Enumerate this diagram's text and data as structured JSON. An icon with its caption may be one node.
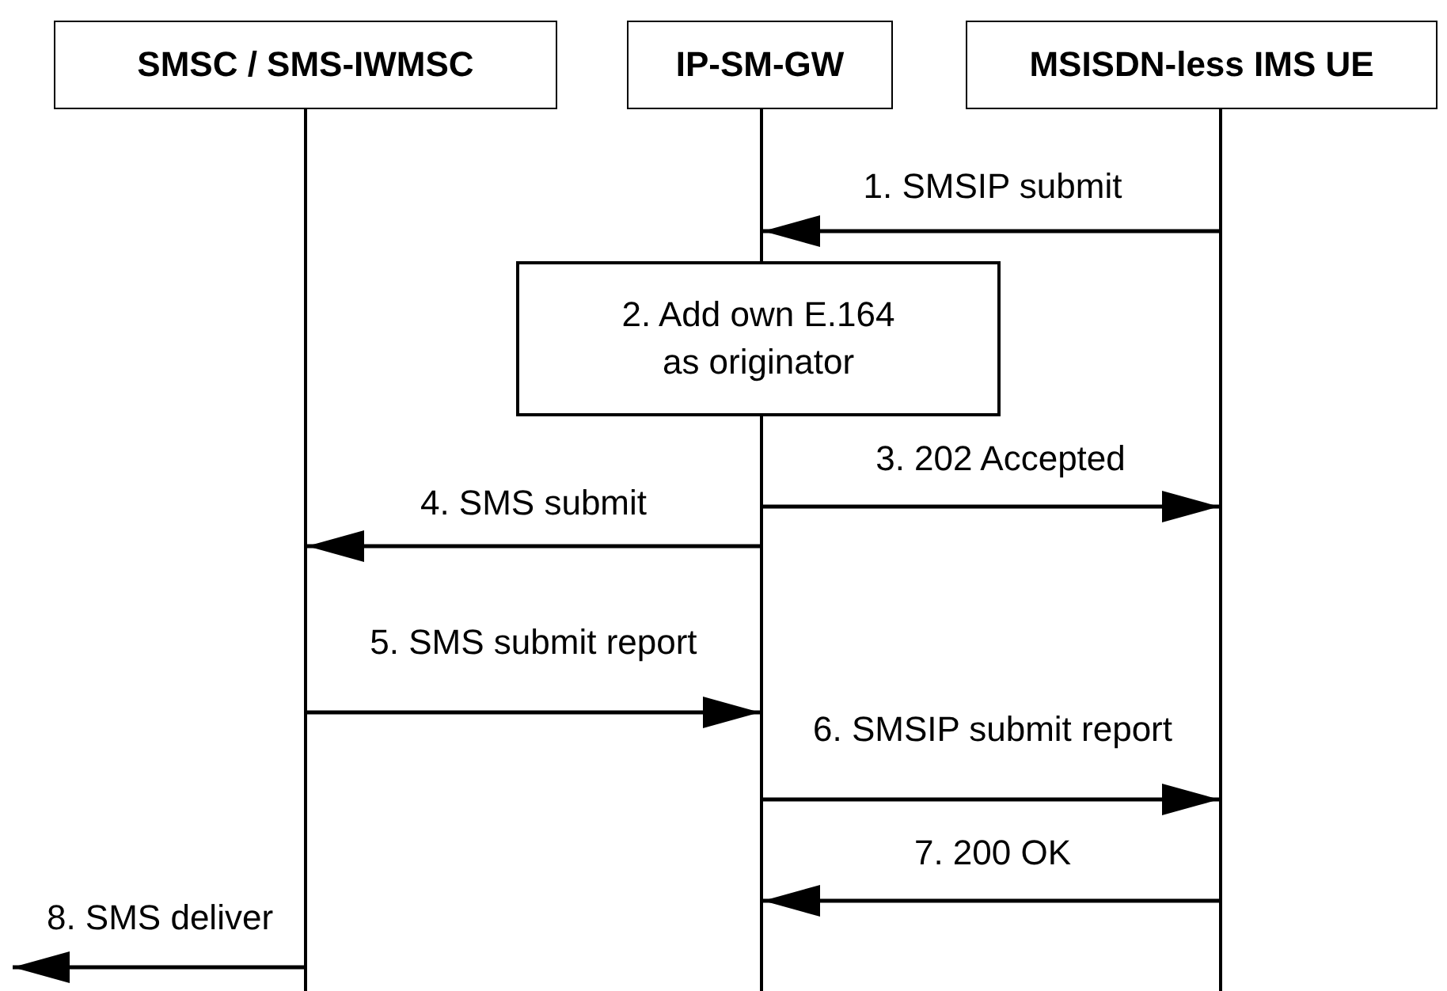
{
  "diagram": {
    "nodes": [
      {
        "text": [
          "SMSC / SMS-IWMSC"
        ]
      },
      {
        "text": [
          "IP-SM-GW"
        ]
      },
      {
        "text": [
          "MSISDN-less IMS UE"
        ]
      },
      {
        "text": [
          "2. Add own E.164 as originator"
        ]
      },
      {
        "text": [],
        "shape": "line"
      },
      {
        "text": [],
        "shape": "line"
      },
      {
        "text": [],
        "shape": "line"
      }
    ],
    "edges": [
      {
        "from": 6,
        "to": 5,
        "arrow": "to",
        "label": "1. SMSIP submit"
      },
      {
        "from": 5,
        "to": 6,
        "arrow": "to",
        "label": "3. 202 Accepted"
      },
      {
        "from": 5,
        "to": 4,
        "arrow": "to",
        "label": "4. SMS submit"
      },
      {
        "from": 4,
        "to": 5,
        "arrow": "to",
        "label": "5. SMS submit report"
      },
      {
        "from": 5,
        "to": 6,
        "arrow": "to",
        "label": "6. SMSIP submit report"
      },
      {
        "from": 6,
        "to": 5,
        "arrow": "to",
        "label": "7. 200 OK"
      },
      {
        "from": 4,
        "to": null,
        "arrow": "to",
        "label": "8. SMS deliver"
      }
    ]
  }
}
